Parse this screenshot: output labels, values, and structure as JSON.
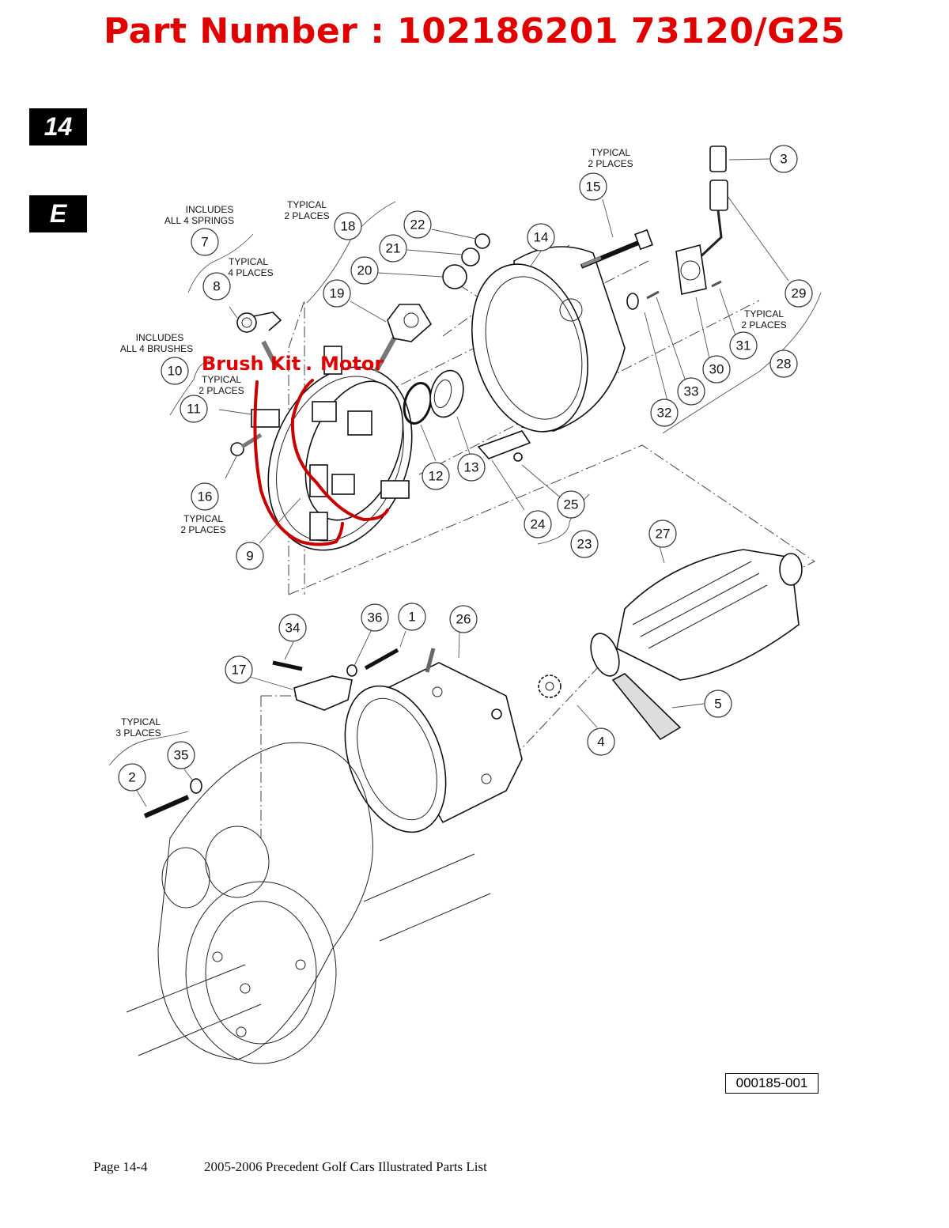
{
  "header": {
    "title": "Part Number : 102186201 73120/G25"
  },
  "section_tabs": [
    {
      "label": "14"
    },
    {
      "label": "E"
    }
  ],
  "annotations": {
    "brush_kit": "Brush Kit",
    "separator": ".",
    "motor": "Motor",
    "annotation_color": "#e00000"
  },
  "notes": {
    "includes_springs": [
      "INCLUDES",
      "ALL 4 SPRINGS"
    ],
    "typical_4_places": [
      "TYPICAL",
      "4 PLACES"
    ],
    "typical_2_places_18": [
      "TYPICAL",
      "2 PLACES"
    ],
    "typical_2_places_15": [
      "TYPICAL",
      "2 PLACES"
    ],
    "includes_brushes": [
      "INCLUDES",
      "ALL 4 BRUSHES"
    ],
    "typical_2_places_11": [
      "TYPICAL",
      "2 PLACES"
    ],
    "typical_2_places_16": [
      "TYPICAL",
      "2 PLACES"
    ],
    "typical_2_places_31": [
      "TYPICAL",
      "2 PLACES"
    ],
    "typical_3_places_2": [
      "TYPICAL",
      "3 PLACES"
    ]
  },
  "callouts": [
    "1",
    "2",
    "3",
    "4",
    "5",
    "7",
    "8",
    "9",
    "10",
    "11",
    "12",
    "13",
    "14",
    "15",
    "16",
    "17",
    "18",
    "19",
    "20",
    "21",
    "22",
    "23",
    "24",
    "25",
    "26",
    "27",
    "28",
    "29",
    "30",
    "31",
    "32",
    "33",
    "34",
    "35",
    "36"
  ],
  "figure_id": "000185-001",
  "footer": {
    "page": "Page 14-4",
    "document_title": "2005-2006 Precedent Golf Cars Illustrated Parts List"
  }
}
